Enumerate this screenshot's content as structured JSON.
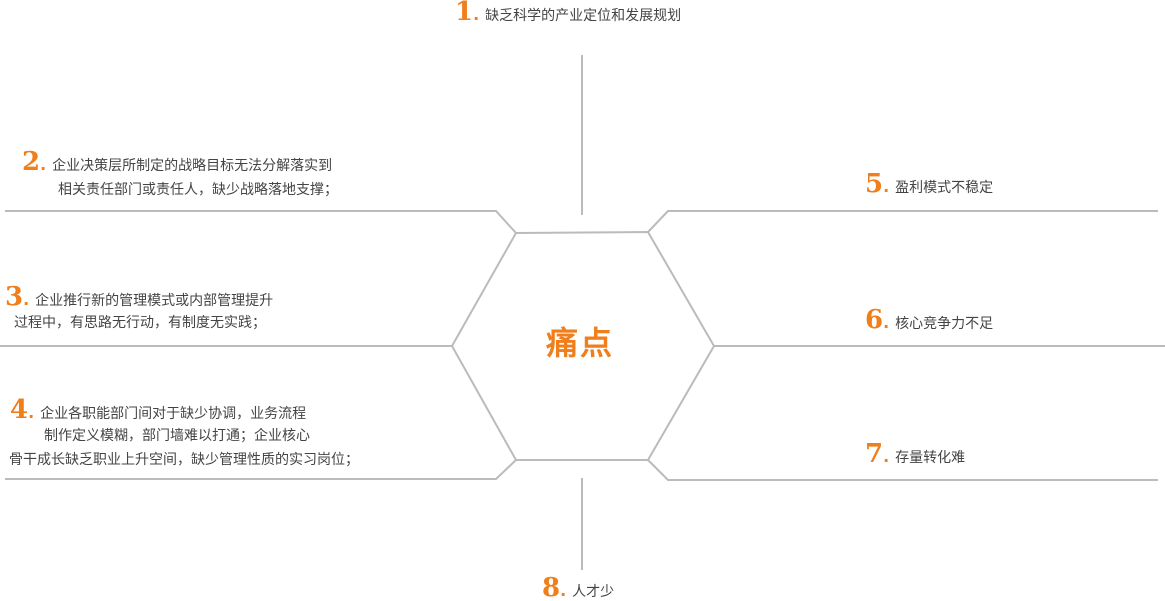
{
  "center": {
    "label": "痛点"
  },
  "items": [
    {
      "number": "1",
      "lines": [
        "缺乏科学的产业定位和发展规划"
      ]
    },
    {
      "number": "2",
      "lines": [
        "企业决策层所制定的战略目标无法分解落实到",
        "相关责任部门或责任人，缺少战略落地支撑；"
      ]
    },
    {
      "number": "3",
      "lines": [
        "企业推行新的管理模式或内部管理提升",
        "过程中，有思路无行动，有制度无实践；"
      ]
    },
    {
      "number": "4",
      "lines": [
        "企业各职能部门间对于缺少协调，业务流程",
        "制作定义模糊，部门墙难以打通；企业核心",
        "骨干成长缺乏职业上升空间，缺少管理性质的实习岗位；"
      ]
    },
    {
      "number": "5",
      "lines": [
        "盈利模式不稳定"
      ]
    },
    {
      "number": "6",
      "lines": [
        "核心竞争力不足"
      ]
    },
    {
      "number": "7",
      "lines": [
        "存量转化难"
      ]
    },
    {
      "number": "8",
      "lines": [
        "人才少"
      ]
    }
  ],
  "colors": {
    "accent": "#f07e1b",
    "line": "#bbbbbb",
    "text": "#444444"
  }
}
